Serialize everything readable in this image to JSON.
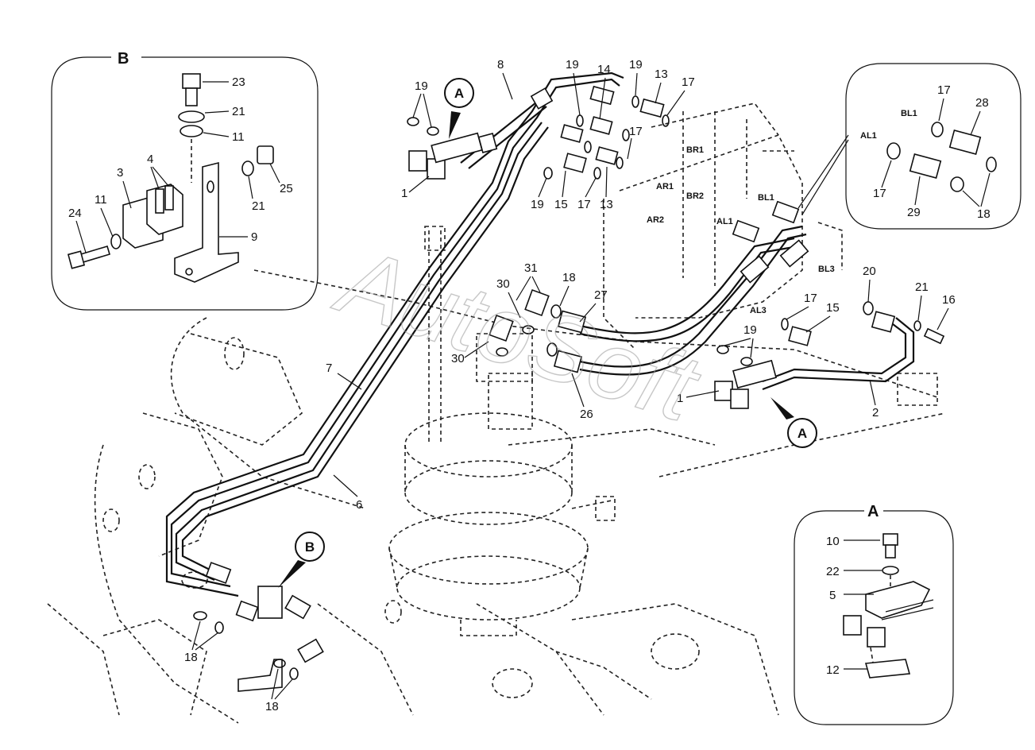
{
  "watermark": "AutoSoft",
  "details": {
    "A": "A",
    "B": "B"
  },
  "callouts": {
    "a1": "A",
    "a2": "A",
    "b1": "B"
  },
  "detail_b_labels": {
    "l23": "23",
    "l21a": "21",
    "l11a": "11",
    "l4": "4",
    "l3": "3",
    "l25": "25",
    "l21b": "21",
    "l24": "24",
    "l11b": "11",
    "l9": "9"
  },
  "detail_a_labels": {
    "l10": "10",
    "l22": "22",
    "l5": "5",
    "l12": "12"
  },
  "detail_c_labels": {
    "l17a": "17",
    "l28": "28",
    "l29": "29",
    "l17b": "17",
    "l18": "18",
    "bl1": "BL1",
    "al1": "AL1"
  },
  "main_labels": {
    "l19a": "19",
    "l8": "8",
    "l19b": "19",
    "l14": "14",
    "l19c": "19",
    "l13a": "13",
    "l17a": "17",
    "l17b": "17",
    "l1a": "1",
    "l19d": "19",
    "l15a": "15",
    "l17c": "17",
    "l13b": "13",
    "l31": "31",
    "l18a": "18",
    "l30a": "30",
    "l27": "27",
    "l30b": "30",
    "l7": "7",
    "l26": "26",
    "l20": "20",
    "l21": "21",
    "l16": "16",
    "l17d": "17",
    "l15b": "15",
    "l19e": "19",
    "l1b": "1",
    "l2": "2",
    "l6": "6",
    "l18b": "18",
    "l18c": "18"
  },
  "port_labels": {
    "br1": "BR1",
    "ar1": "AR1",
    "br2": "BR2",
    "ar2": "AR2",
    "bl1": "BL1",
    "al1": "AL1",
    "bl3": "BL3",
    "al3": "AL3"
  }
}
